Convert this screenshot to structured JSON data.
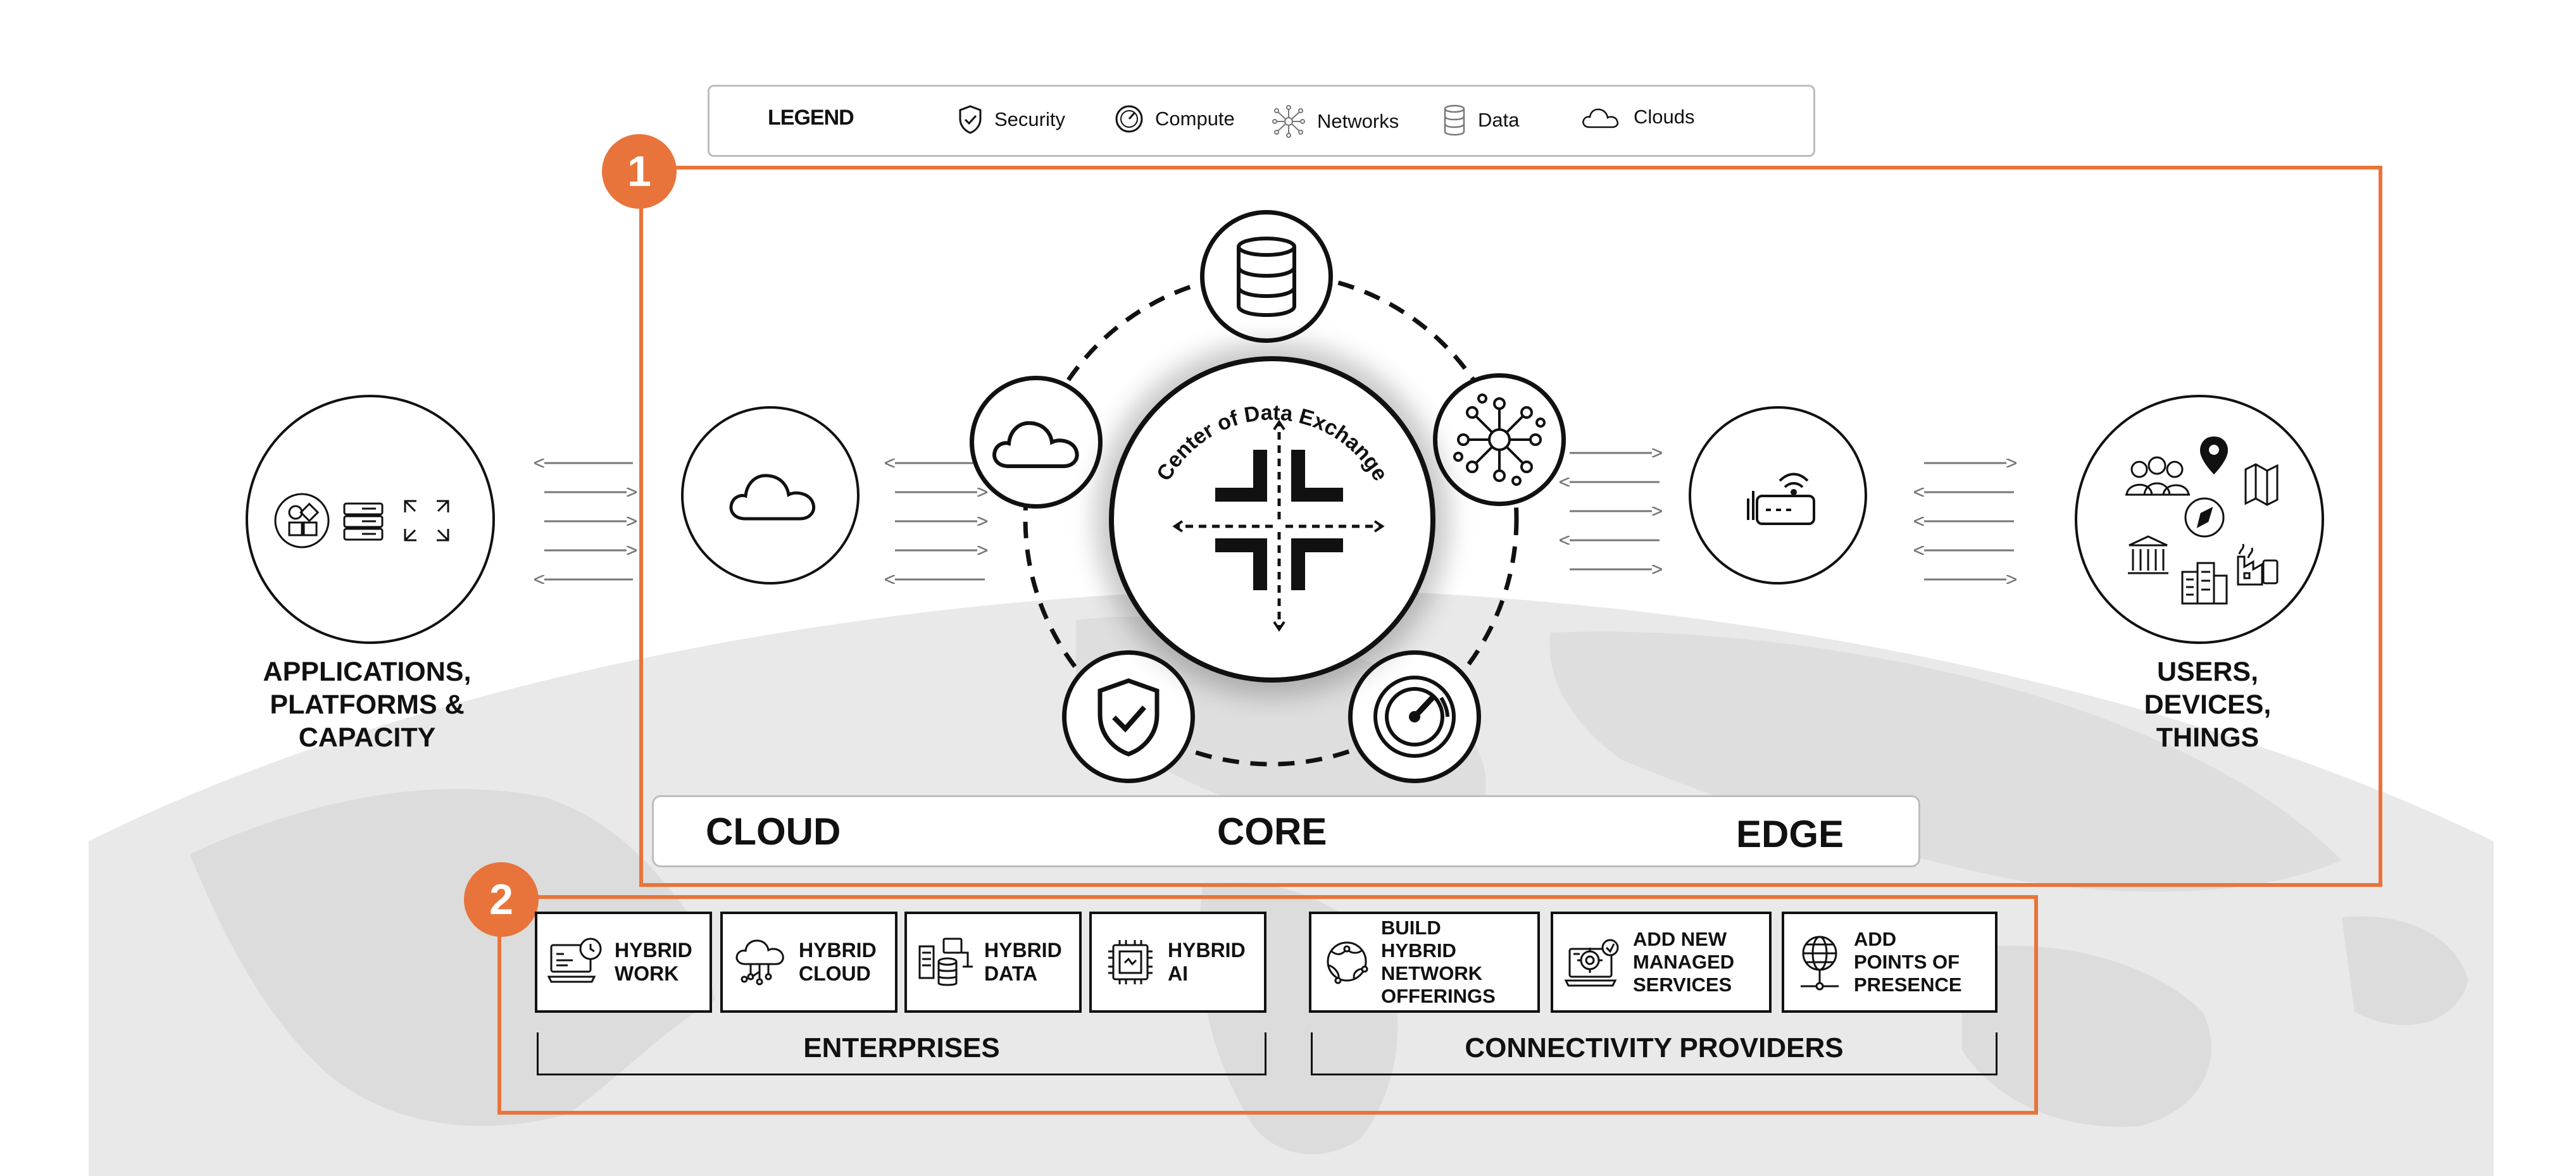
{
  "legend": {
    "title": "LEGEND",
    "items": [
      {
        "label": "Security",
        "icon": "shield-icon"
      },
      {
        "label": "Compute",
        "icon": "gauge-icon"
      },
      {
        "label": "Networks",
        "icon": "network-icon"
      },
      {
        "label": "Data",
        "icon": "database-icon"
      },
      {
        "label": "Clouds",
        "icon": "cloud-icon"
      }
    ]
  },
  "badges": {
    "one": "1",
    "two": "2"
  },
  "left_group": {
    "label": "APPLICATIONS,\nPLATFORMS &\nCAPACITY"
  },
  "right_group": {
    "label": "USERS,\nDEVICES,\nTHINGS"
  },
  "hub": {
    "title": "Center of Data Exchange"
  },
  "zones": {
    "cloud": "CLOUD",
    "core": "CORE",
    "edge": "EDGE"
  },
  "tiles": [
    {
      "label": "HYBRID\nWORK",
      "icon": "laptop-icon"
    },
    {
      "label": "HYBRID\nCLOUD",
      "icon": "cloud-network-icon"
    },
    {
      "label": "HYBRID\nDATA",
      "icon": "data-server-icon"
    },
    {
      "label": "HYBRID\nAI",
      "icon": "chip-icon"
    },
    {
      "label": "BUILD\nHYBRID\nNETWORK\nOFFERINGS",
      "icon": "globe-network-icon"
    },
    {
      "label": "ADD NEW\nMANAGED\nSERVICES",
      "icon": "managed-service-icon"
    },
    {
      "label": "ADD\nPOINTS OF\nPRESENCE",
      "icon": "globe-pin-icon"
    }
  ],
  "groups": {
    "enterprises": "ENTERPRISES",
    "providers": "CONNECTIVITY PROVIDERS"
  },
  "colors": {
    "accent": "#e8743b",
    "ink": "#111111",
    "map": "#e8e8e8"
  }
}
